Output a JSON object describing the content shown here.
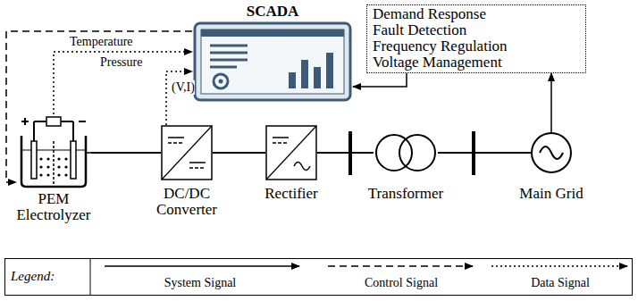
{
  "diagram": {
    "nodes": [
      {
        "text": [
          "SCADA"
        ]
      },
      {
        "text": [
          "Demand Response",
          "Fault Detection",
          "Frequency Regulation",
          "Voltage Management"
        ]
      },
      {
        "text": [
          "PEM Electrolyzer"
        ]
      },
      {
        "text": [
          "DC/DC Converter"
        ]
      },
      {
        "text": [
          "Rectifier"
        ]
      },
      {
        "text": [
          "Transformer"
        ]
      },
      {
        "text": [
          "Main Grid"
        ]
      }
    ],
    "edges": [
      {
        "from": 2,
        "to": 3,
        "arrow": "none"
      },
      {
        "from": 3,
        "to": 4,
        "arrow": "none"
      },
      {
        "from": 4,
        "to": 5,
        "arrow": "none"
      },
      {
        "from": 5,
        "to": 6,
        "arrow": "none"
      },
      {
        "from": 6,
        "to": 1,
        "arrow": "to"
      },
      {
        "from": 1,
        "to": 0,
        "arrow": "to"
      },
      {
        "from": 0,
        "to": 2,
        "arrow": "to"
      },
      {
        "from": 2,
        "to": 0,
        "arrow": "to"
      },
      {
        "from": 3,
        "to": 0,
        "arrow": "to"
      }
    ],
    "labels": [
      "Temperature",
      "Pressure",
      "(V,I)",
      "Legend:"
    ],
    "legend": [
      {
        "text": "System Signal"
      },
      {
        "text": "Control Signal"
      },
      {
        "text": "Data Signal"
      }
    ]
  }
}
